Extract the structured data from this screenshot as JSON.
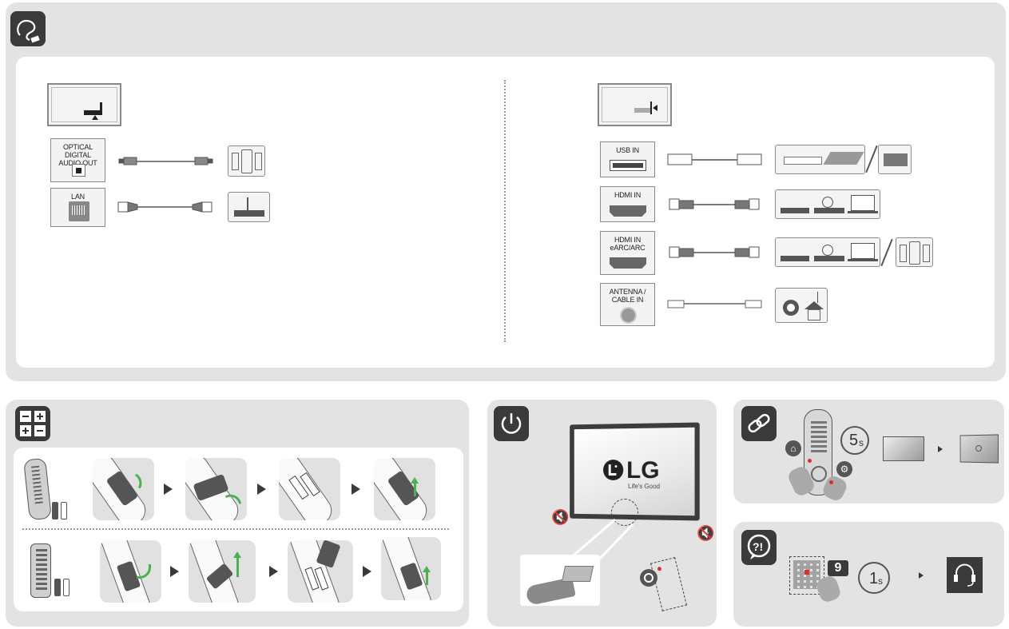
{
  "connections": {
    "left_ports": [
      {
        "label": "OPTICAL DIGITAL AUDIO OUT",
        "device": "speaker-icon"
      },
      {
        "label": "LAN",
        "device": "router-icon"
      }
    ],
    "right_ports": [
      {
        "label": "USB IN",
        "device": "usb-drive-icon"
      },
      {
        "label": "HDMI IN",
        "device": "player-laptop-icon"
      },
      {
        "label": "HDMI IN eARC/ARC",
        "device": "player-laptop-speaker-icon"
      },
      {
        "label": "ANTENNA / CABLE IN",
        "device": "antenna-icon"
      }
    ]
  },
  "labels": {
    "optical_line1": "OPTICAL DIGITAL",
    "optical_line2": "AUDIO OUT",
    "lan": "LAN",
    "usb_in": "USB IN",
    "hdmi_in": "HDMI IN",
    "hdmi_earc_line1": "HDMI IN",
    "hdmi_earc_line2": "eARC/ARC",
    "antenna_line1": "ANTENNA /",
    "antenna_line2": "CABLE IN"
  },
  "brand": {
    "logo_text": "LG",
    "slogan": "Life's Good"
  },
  "pairing": {
    "timer_value": "5",
    "timer_unit": "s"
  },
  "support": {
    "key_number": "9",
    "timer_value": "1",
    "timer_unit": "s"
  },
  "colors": {
    "panel_bg": "#e3e3e3",
    "badge": "#3a3a3a",
    "accent_green": "#4caf50",
    "accent_red": "#d9302c"
  }
}
